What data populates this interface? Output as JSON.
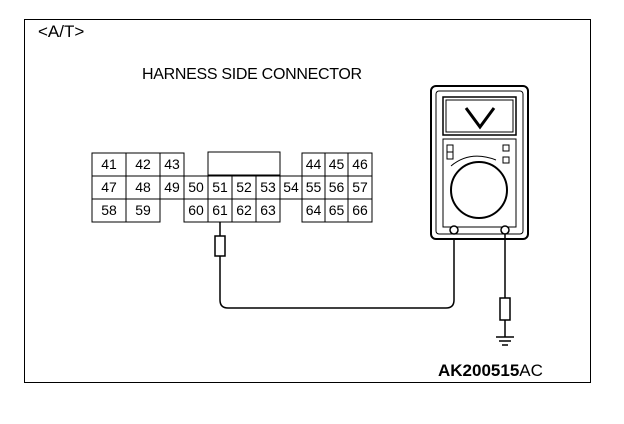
{
  "diagram": {
    "title": "<A/T>",
    "connector_caption": "HARNESS SIDE CONNECTOR",
    "figure_code_bold": "AK200515",
    "figure_code_suffix": "AC",
    "connector_pins": [
      [
        "41",
        "42",
        "43",
        "44",
        "45",
        "46"
      ],
      [
        "47",
        "48",
        "49",
        "50",
        "51",
        "52",
        "53",
        "54",
        "55",
        "56",
        "57"
      ],
      [
        "58",
        "59",
        "60",
        "61",
        "62",
        "63",
        "64",
        "65",
        "66"
      ]
    ],
    "probe_pin": "61",
    "meter_icon": "voltmeter-icon",
    "ground_icon": "ground-icon"
  }
}
